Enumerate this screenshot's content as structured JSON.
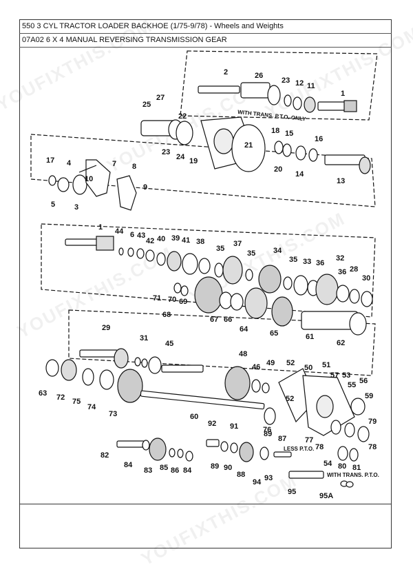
{
  "header": {
    "title": "550 3 CYL TRACTOR LOADER BACKHOE (1/75-9/78) - Wheels and Weights",
    "subtitle": "07A02 6 X 4 MANUAL REVERSING TRANSMISSION GEAR"
  },
  "notes": {
    "pto_only": "WITH TRANS. P.T.O. ONLY",
    "less_pto": "LESS P.T.O.",
    "with_pto": "WITH TRANS. P.T.O."
  },
  "watermarks": [
    "YOUFIXTHIS.COM",
    "YOUFIXTHIS.COM",
    "YOUFIXTHIS.COM",
    "YOUFIXTHIS.COM",
    "YOUFIXTHIS.COM",
    "YOUFIXTHIS.COM"
  ],
  "callouts": [
    "2",
    "26",
    "23",
    "12",
    "11",
    "1",
    "27",
    "25",
    "22",
    "18",
    "15",
    "16",
    "21",
    "20",
    "14",
    "13",
    "23",
    "24",
    "19",
    "17",
    "4",
    "10",
    "7",
    "8",
    "9",
    "5",
    "3",
    "1",
    "44",
    "6",
    "43",
    "42",
    "40",
    "39",
    "41",
    "38",
    "35",
    "37",
    "35",
    "34",
    "35",
    "33",
    "36",
    "32",
    "36",
    "28",
    "30",
    "71",
    "70",
    "69",
    "68",
    "67",
    "66",
    "64",
    "65",
    "61",
    "62",
    "29",
    "31",
    "45",
    "48",
    "46",
    "49",
    "52",
    "50",
    "51",
    "57",
    "53",
    "55",
    "56",
    "59",
    "79",
    "63",
    "72",
    "75",
    "74",
    "73",
    "60",
    "52",
    "76",
    "77",
    "78",
    "78",
    "54",
    "80",
    "81",
    "92",
    "91",
    "89",
    "87",
    "82",
    "84",
    "83",
    "85",
    "86",
    "84",
    "89",
    "90",
    "88",
    "93",
    "94",
    "95",
    "95A"
  ]
}
